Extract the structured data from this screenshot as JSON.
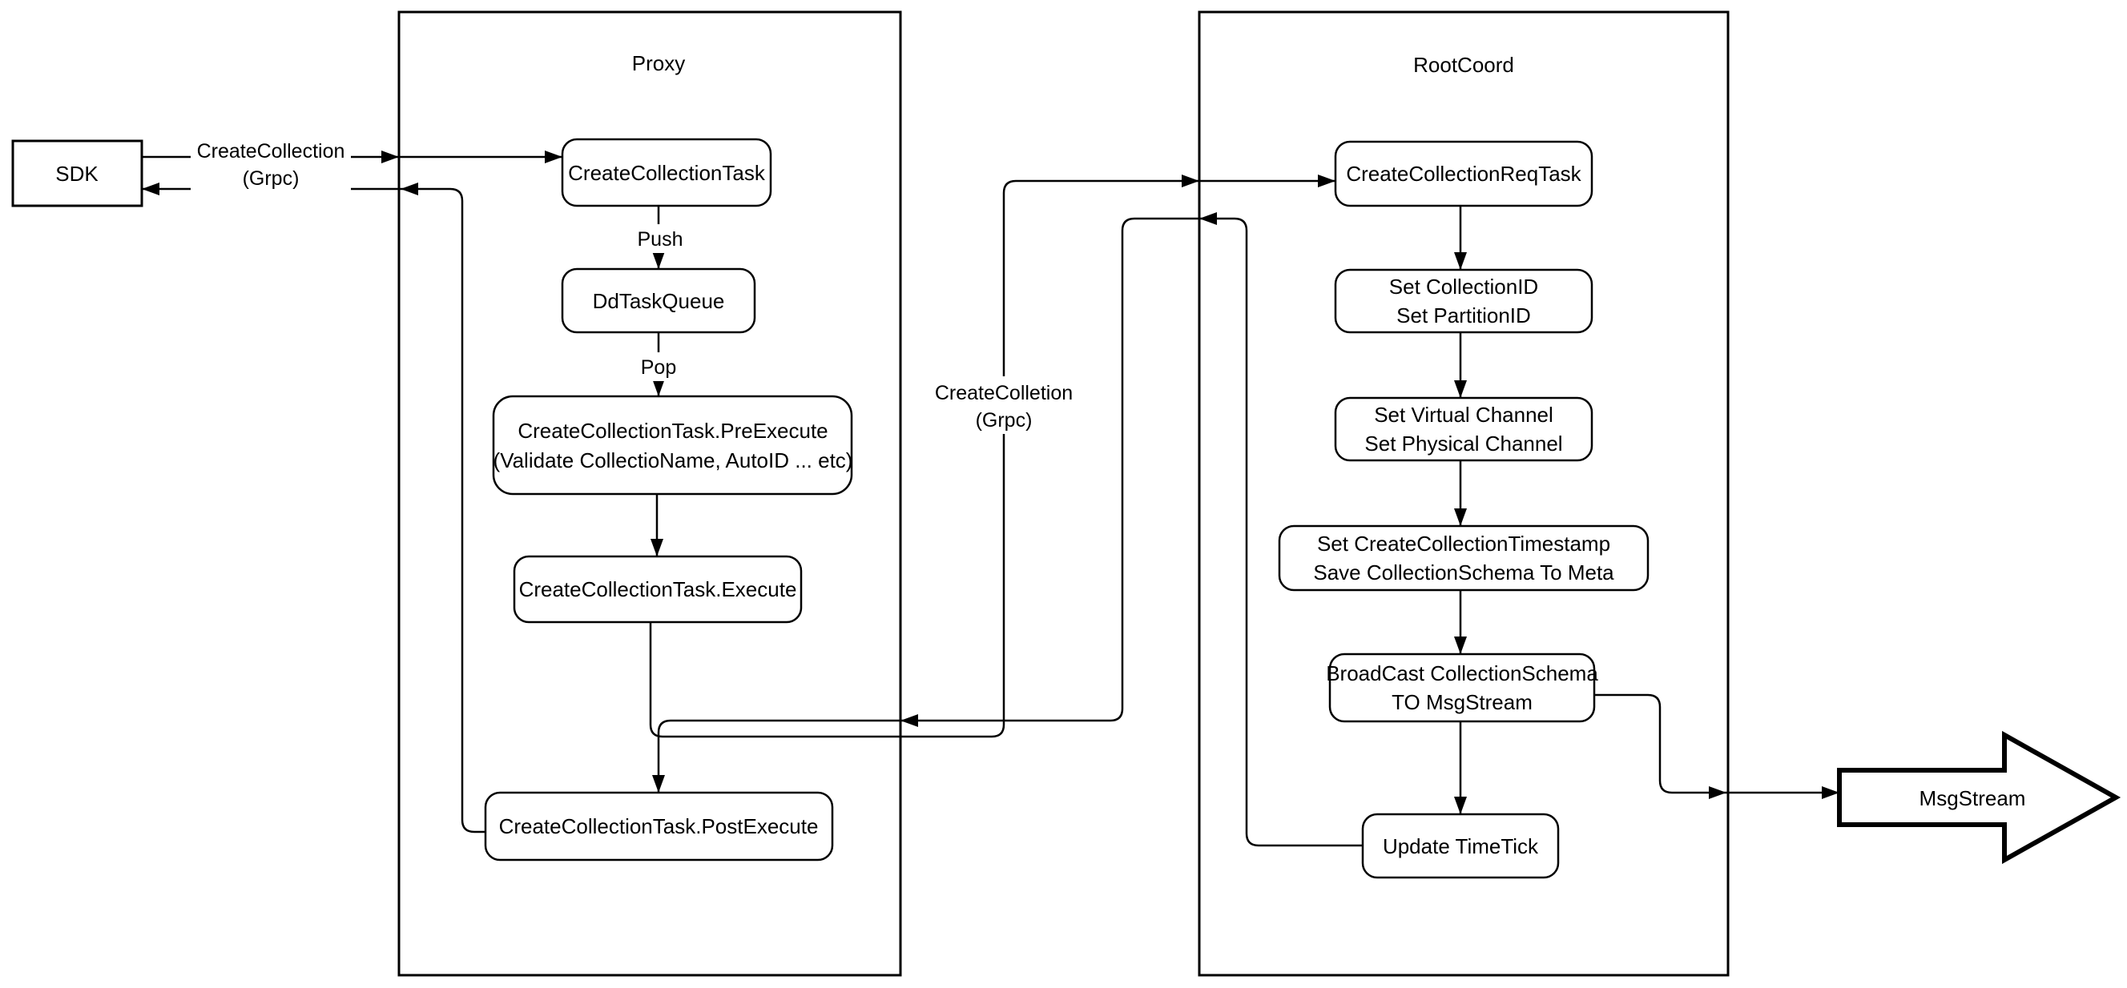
{
  "colors": {
    "stroke": "#000000",
    "background": "#ffffff"
  },
  "containers": {
    "proxy": "Proxy",
    "rootcoord": "RootCoord"
  },
  "nodes": {
    "sdk": "SDK",
    "create_collection_task": "CreateCollectionTask",
    "dd_task_queue": "DdTaskQueue",
    "pre_execute_1": "CreateCollectionTask.PreExecute",
    "pre_execute_2": "(Validate CollectioName, AutoID ... etc)",
    "execute": "CreateCollectionTask.Execute",
    "post_execute": "CreateCollectionTask.PostExecute",
    "req_task": "CreateCollectionReqTask",
    "set_ids_1": "Set CollectionID",
    "set_ids_2": "Set PartitionID",
    "set_channels_1": "Set Virtual Channel",
    "set_channels_2": "Set Physical Channel",
    "set_timestamp_1": "Set CreateCollectionTimestamp",
    "set_timestamp_2": "Save CollectionSchema To Meta",
    "broadcast_1": "BroadCast CollectionSchema",
    "broadcast_2": "TO MsgStream",
    "update_timetick": "Update TimeTick",
    "msgstream": "MsgStream"
  },
  "edge_labels": {
    "sdk_grpc_1": "CreateCollection",
    "sdk_grpc_2": "(Grpc)",
    "proxy_grpc_1": "CreateColletion",
    "proxy_grpc_2": "(Grpc)",
    "push": "Push",
    "pop": "Pop"
  }
}
